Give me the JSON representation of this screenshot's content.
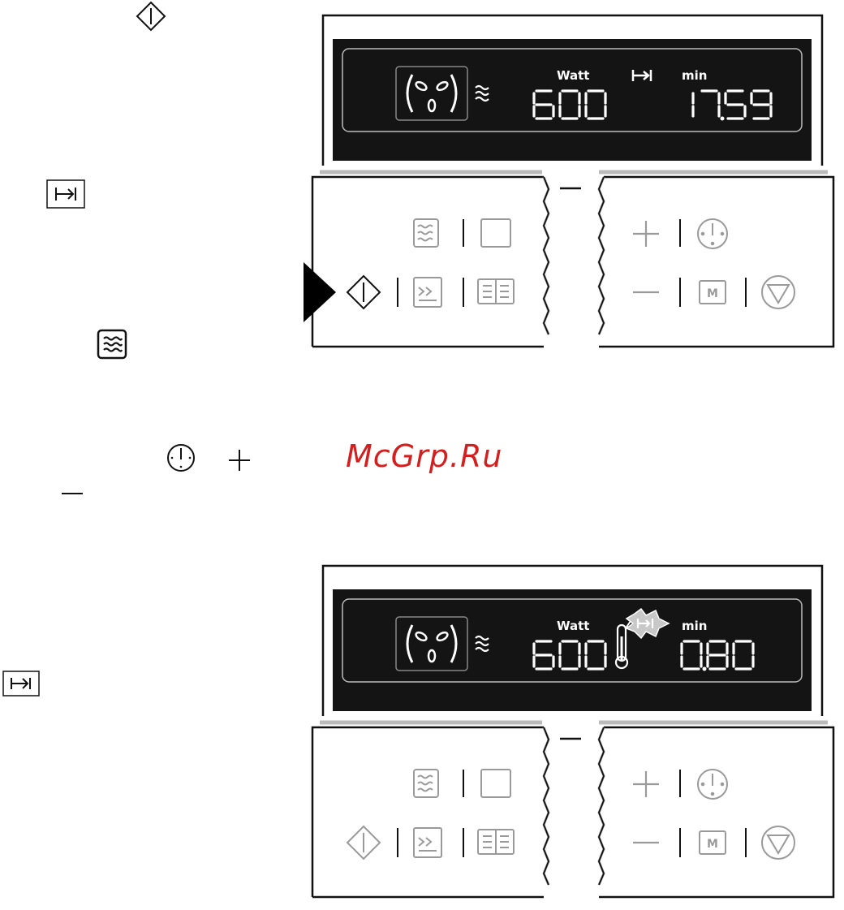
{
  "watermark": "McGrp.Ru",
  "colors": {
    "display_bg": "#141414",
    "segment": "#ffffff",
    "icon_gray": "#9a9a9a",
    "icon_black": "#111111",
    "pointer": "#000000",
    "watermark": "#d21f1f"
  },
  "left_icons": [
    {
      "icon": "start-diamond-icon"
    },
    {
      "icon": "end-time-icon"
    },
    {
      "icon": "microwave-icon"
    },
    {
      "icon": "clock-icon"
    },
    {
      "icon": "plus-icon"
    },
    {
      "icon": "minus-icon"
    },
    {
      "icon": "end-time-icon"
    }
  ],
  "panels": [
    {
      "watt_label": "Watt",
      "min_label": "min",
      "power": "600",
      "time": "17.59",
      "end_symbol": "end-time-icon",
      "pointer_on": "start-button",
      "start_active": true
    },
    {
      "watt_label": "Watt",
      "min_label": "min",
      "power": "600",
      "time": "0.80",
      "end_symbol": "end-time-flashing-icon",
      "thermometer": "thermometer-icon",
      "start_active": false
    }
  ]
}
